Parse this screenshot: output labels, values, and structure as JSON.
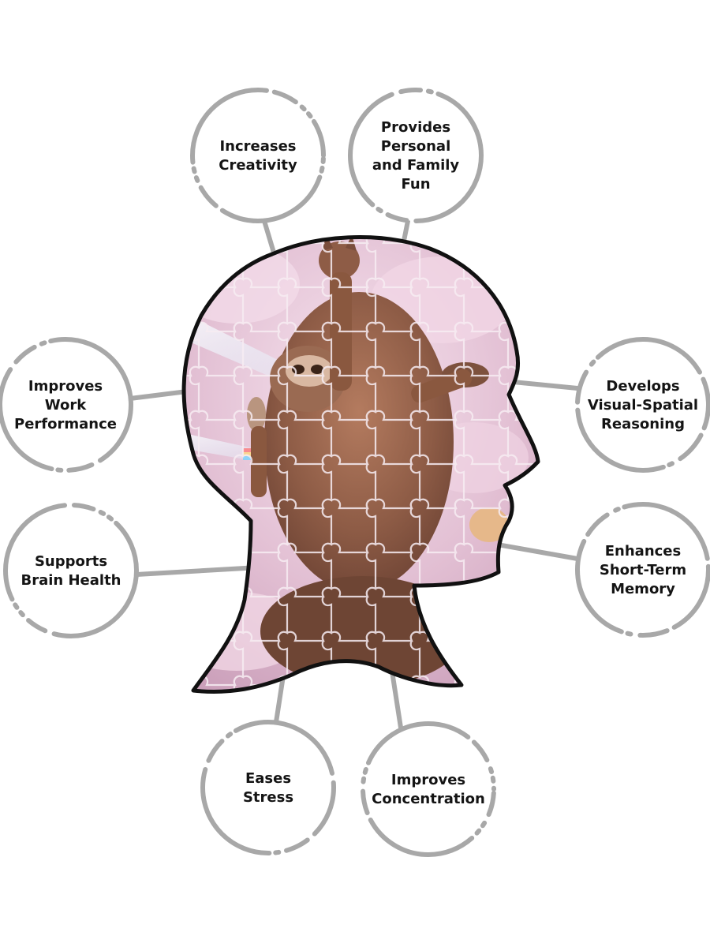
{
  "diagram": {
    "colors": {
      "background": "#ffffff",
      "ring": "#a8a8a8",
      "connector": "#a8a8a8",
      "text": "#141414",
      "head_outline": "#111111",
      "puzzle_lines": "#f7ecf2"
    },
    "benefits": [
      {
        "id": "increases-creativity",
        "lines": [
          "Increases",
          "Creativity"
        ]
      },
      {
        "id": "provides-personal-and-family-fun",
        "lines": [
          "Provides",
          "Personal",
          "and Family",
          "Fun"
        ]
      },
      {
        "id": "improves-work-performance",
        "lines": [
          "Improves",
          "Work",
          "Performance"
        ]
      },
      {
        "id": "develops-visual-spatial-reasoning",
        "lines": [
          "Develops",
          "Visual-Spatial",
          "Reasoning"
        ]
      },
      {
        "id": "supports-brain-health",
        "lines": [
          "Supports",
          "Brain Health"
        ]
      },
      {
        "id": "enhances-short-term-memory",
        "lines": [
          "Enhances",
          "Short-Term",
          "Memory"
        ]
      },
      {
        "id": "eases-stress",
        "lines": [
          "Eases",
          "Stress"
        ]
      },
      {
        "id": "improves-concentration",
        "lines": [
          "Improves",
          "Concentration"
        ]
      }
    ],
    "center_image": {
      "shape": "human-head-profile",
      "content": "jigsaw-puzzle-pink-clouds-sloth-cats"
    }
  }
}
